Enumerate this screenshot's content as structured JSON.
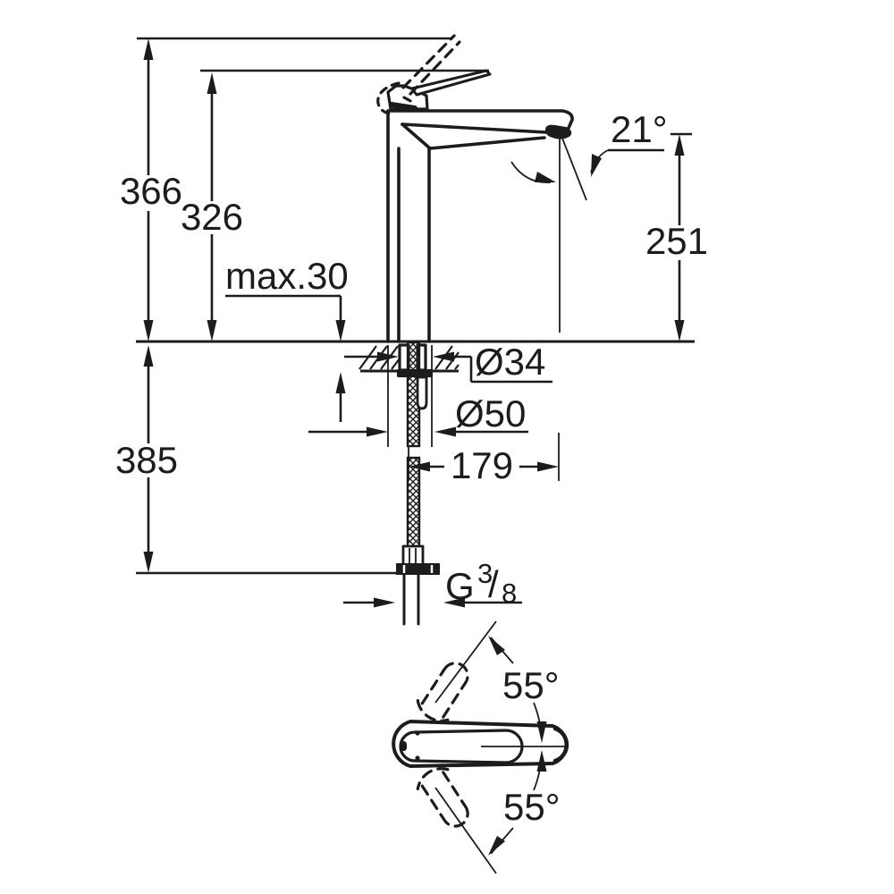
{
  "drawing_title": "faucet-dimension-drawing",
  "colors": {
    "background": "#ffffff",
    "ink": "#1c1c1c"
  },
  "labels": {
    "total_height": "366",
    "spout_height": "326",
    "deck_max": "max.30",
    "spout_angle": "21°",
    "outlet_height": "251",
    "hose_drop": "385",
    "hole_diameter": "Ø34",
    "base_diameter": "Ø50",
    "spout_reach": "179",
    "thread": {
      "letter": "G",
      "numerator": "3",
      "slash": "/",
      "denominator": "8"
    },
    "swivel_upper": "55°",
    "swivel_lower": "55°"
  }
}
